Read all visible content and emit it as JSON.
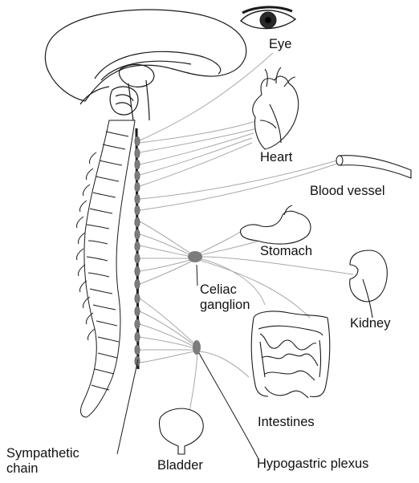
{
  "labels": {
    "eye": "Eye",
    "heart": "Heart",
    "blood_vessel": "Blood vessel",
    "stomach": "Stomach",
    "kidney": "Kidney",
    "celiac_line1": "Celiac",
    "celiac_line2": "ganglion",
    "intestines": "Intestines",
    "sympathetic_line1": "Sympathetic",
    "sympathetic_line2": "chain",
    "bladder": "Bladder",
    "hypogastric": "Hypogastric plexus"
  },
  "colors": {
    "outline": "#1a1a1a",
    "nerve": "#a8a8a8",
    "ganglion": "#7c7c7c",
    "background": "#ffffff"
  }
}
